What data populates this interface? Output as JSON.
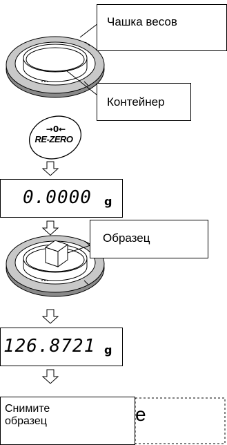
{
  "callouts": {
    "pan": "Чашка весов",
    "container": "Контейнер",
    "sample": "Образец",
    "remove_sample": "Снимите образец",
    "remove_sample_partial": "е"
  },
  "rezero_button": {
    "symbol": "→0←",
    "label": "RE-ZERO"
  },
  "displays": [
    {
      "value": "0.0000",
      "unit": "g"
    },
    {
      "value": "126.8721",
      "unit": "g"
    }
  ],
  "colors": {
    "line": "#000000",
    "pan_ring": "#c8c8c8",
    "pan_shadow": "#8a8a8a",
    "background": "#ffffff"
  }
}
